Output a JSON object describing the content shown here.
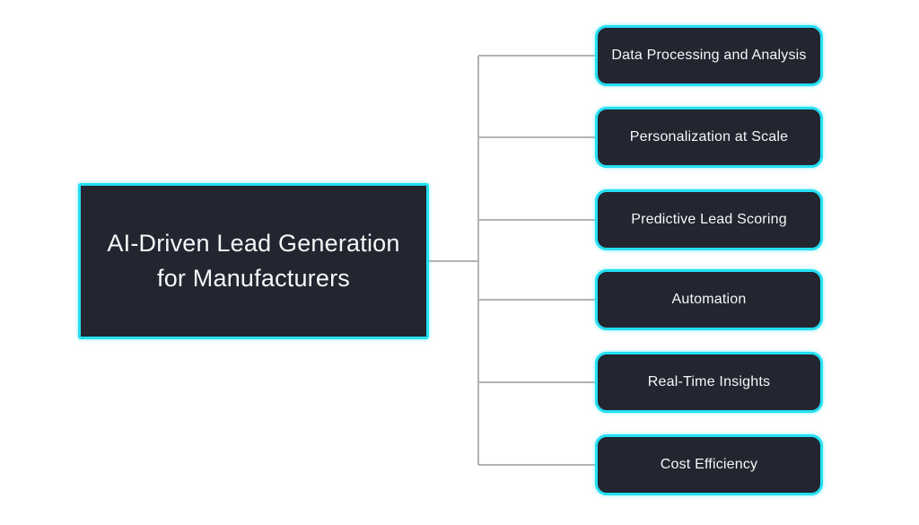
{
  "diagram": {
    "root": {
      "label": "AI-Driven Lead Generation for Manufacturers"
    },
    "branches": [
      {
        "label": "Data Processing and Analysis"
      },
      {
        "label": "Personalization at Scale"
      },
      {
        "label": "Predictive Lead Scoring"
      },
      {
        "label": "Automation"
      },
      {
        "label": "Real-Time Insights"
      },
      {
        "label": "Cost Efficiency"
      }
    ],
    "colors": {
      "background": "#ffffff",
      "node_fill": "#232530",
      "node_border": "#24dff2",
      "node_text": "#f6f7f8",
      "connector": "#b3b3b3"
    }
  }
}
